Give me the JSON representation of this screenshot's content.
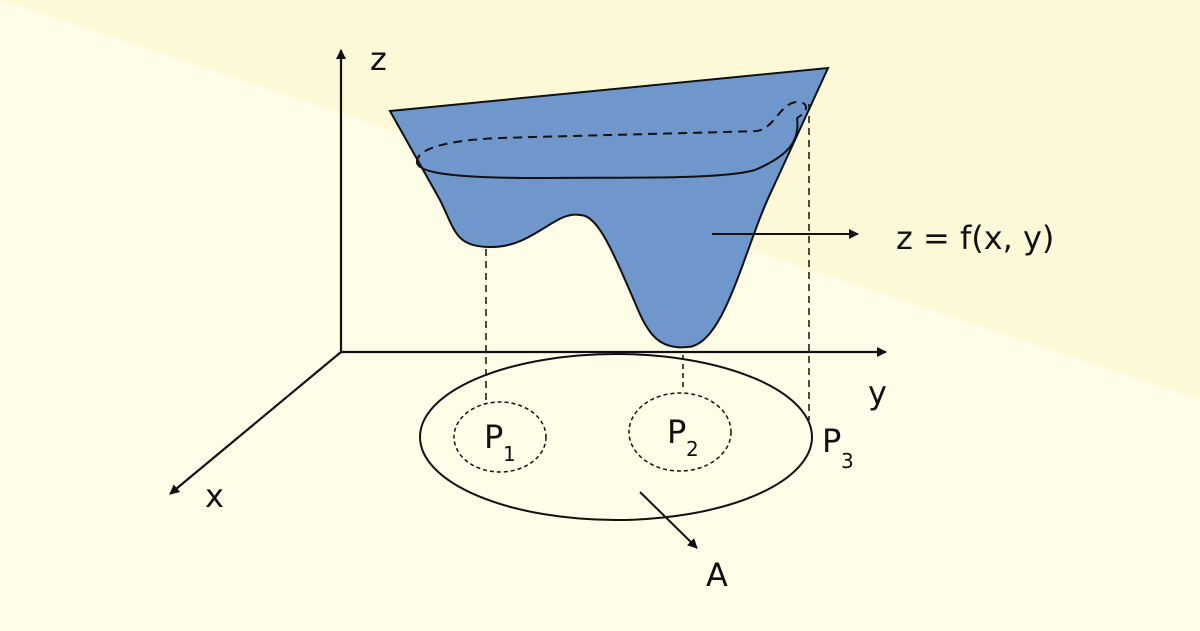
{
  "colors": {
    "background": "#fffde8",
    "background_band": "#fdf9d8",
    "surface_fill": "#7097cb",
    "ink": "#111111"
  },
  "labels": {
    "axis_z": "z",
    "axis_y": "y",
    "axis_x": "x",
    "function": "z = f(x, y)",
    "region": "A",
    "points": [
      {
        "letter": "P",
        "subscript": "1"
      },
      {
        "letter": "P",
        "subscript": "2"
      },
      {
        "letter": "P",
        "subscript": "3"
      }
    ]
  }
}
